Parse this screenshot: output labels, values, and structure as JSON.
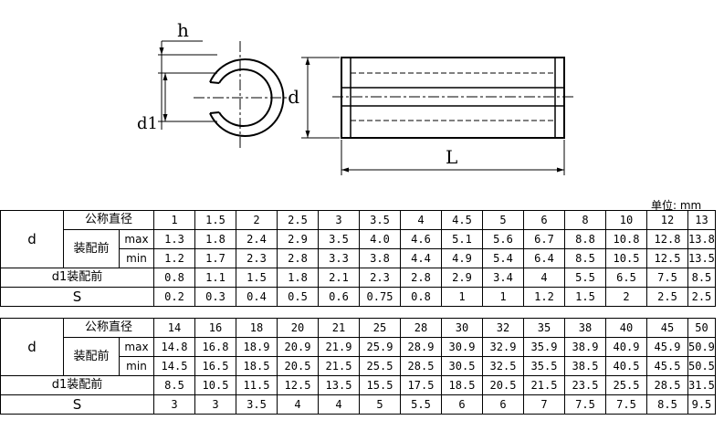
{
  "drawing": {
    "labels": {
      "h": "h",
      "d1": "d1",
      "d": "d",
      "L": "L"
    }
  },
  "unit_label": "单位: mm",
  "row_labels": {
    "d": "d",
    "nominal": "公称直径",
    "before_assembly": "装配前",
    "max": "max",
    "min": "min",
    "d1_before": "d1装配前",
    "s": "S"
  },
  "tables": [
    {
      "nominal": [
        "1",
        "1.5",
        "2",
        "2.5",
        "3",
        "3.5",
        "4",
        "4.5",
        "5",
        "6",
        "8",
        "10",
        "12",
        "13"
      ],
      "max": [
        "1.3",
        "1.8",
        "2.4",
        "2.9",
        "3.5",
        "4.0",
        "4.6",
        "5.1",
        "5.6",
        "6.7",
        "8.8",
        "10.8",
        "12.8",
        "13.8"
      ],
      "min": [
        "1.2",
        "1.7",
        "2.3",
        "2.8",
        "3.3",
        "3.8",
        "4.4",
        "4.9",
        "5.4",
        "6.4",
        "8.5",
        "10.5",
        "12.5",
        "13.5"
      ],
      "d1": [
        "0.8",
        "1.1",
        "1.5",
        "1.8",
        "2.1",
        "2.3",
        "2.8",
        "2.9",
        "3.4",
        "4",
        "5.5",
        "6.5",
        "7.5",
        "8.5"
      ],
      "s": [
        "0.2",
        "0.3",
        "0.4",
        "0.5",
        "0.6",
        "0.75",
        "0.8",
        "1",
        "1",
        "1.2",
        "1.5",
        "2",
        "2.5",
        "2.5"
      ]
    },
    {
      "nominal": [
        "14",
        "16",
        "18",
        "20",
        "21",
        "25",
        "28",
        "30",
        "32",
        "35",
        "38",
        "40",
        "45",
        "50"
      ],
      "max": [
        "14.8",
        "16.8",
        "18.9",
        "20.9",
        "21.9",
        "25.9",
        "28.9",
        "30.9",
        "32.9",
        "35.9",
        "38.9",
        "40.9",
        "45.9",
        "50.9"
      ],
      "min": [
        "14.5",
        "16.5",
        "18.5",
        "20.5",
        "21.5",
        "25.5",
        "28.5",
        "30.5",
        "32.5",
        "35.5",
        "38.5",
        "40.5",
        "45.5",
        "50.5"
      ],
      "d1": [
        "8.5",
        "10.5",
        "11.5",
        "12.5",
        "13.5",
        "15.5",
        "17.5",
        "18.5",
        "20.5",
        "21.5",
        "23.5",
        "25.5",
        "28.5",
        "31.5"
      ],
      "s": [
        "3",
        "3",
        "3.5",
        "4",
        "4",
        "5",
        "5.5",
        "6",
        "6",
        "7",
        "7.5",
        "7.5",
        "8.5",
        "9.5"
      ]
    }
  ]
}
